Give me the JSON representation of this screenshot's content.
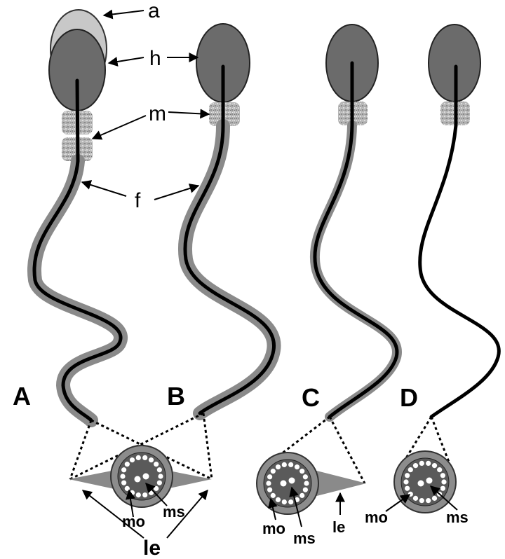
{
  "labels": {
    "acrosome": "a",
    "head": "h",
    "midpiece": "m",
    "flagellum": "f"
  },
  "panels": [
    "A",
    "B",
    "C",
    "D"
  ],
  "cross_section_labels": {
    "outer_microtubules": "mo",
    "central_microtubules": "ms",
    "lateral_expansion": "le"
  },
  "colors": {
    "head": "#6b6b6b",
    "acrosome": "#c8c8c8",
    "sheath": "#8a8a8a",
    "axoneme": "#000000",
    "cross_section_outer": "#8c8c8c",
    "cross_section_inner": "#5a5a5a",
    "microtubule": "#ffffff"
  }
}
